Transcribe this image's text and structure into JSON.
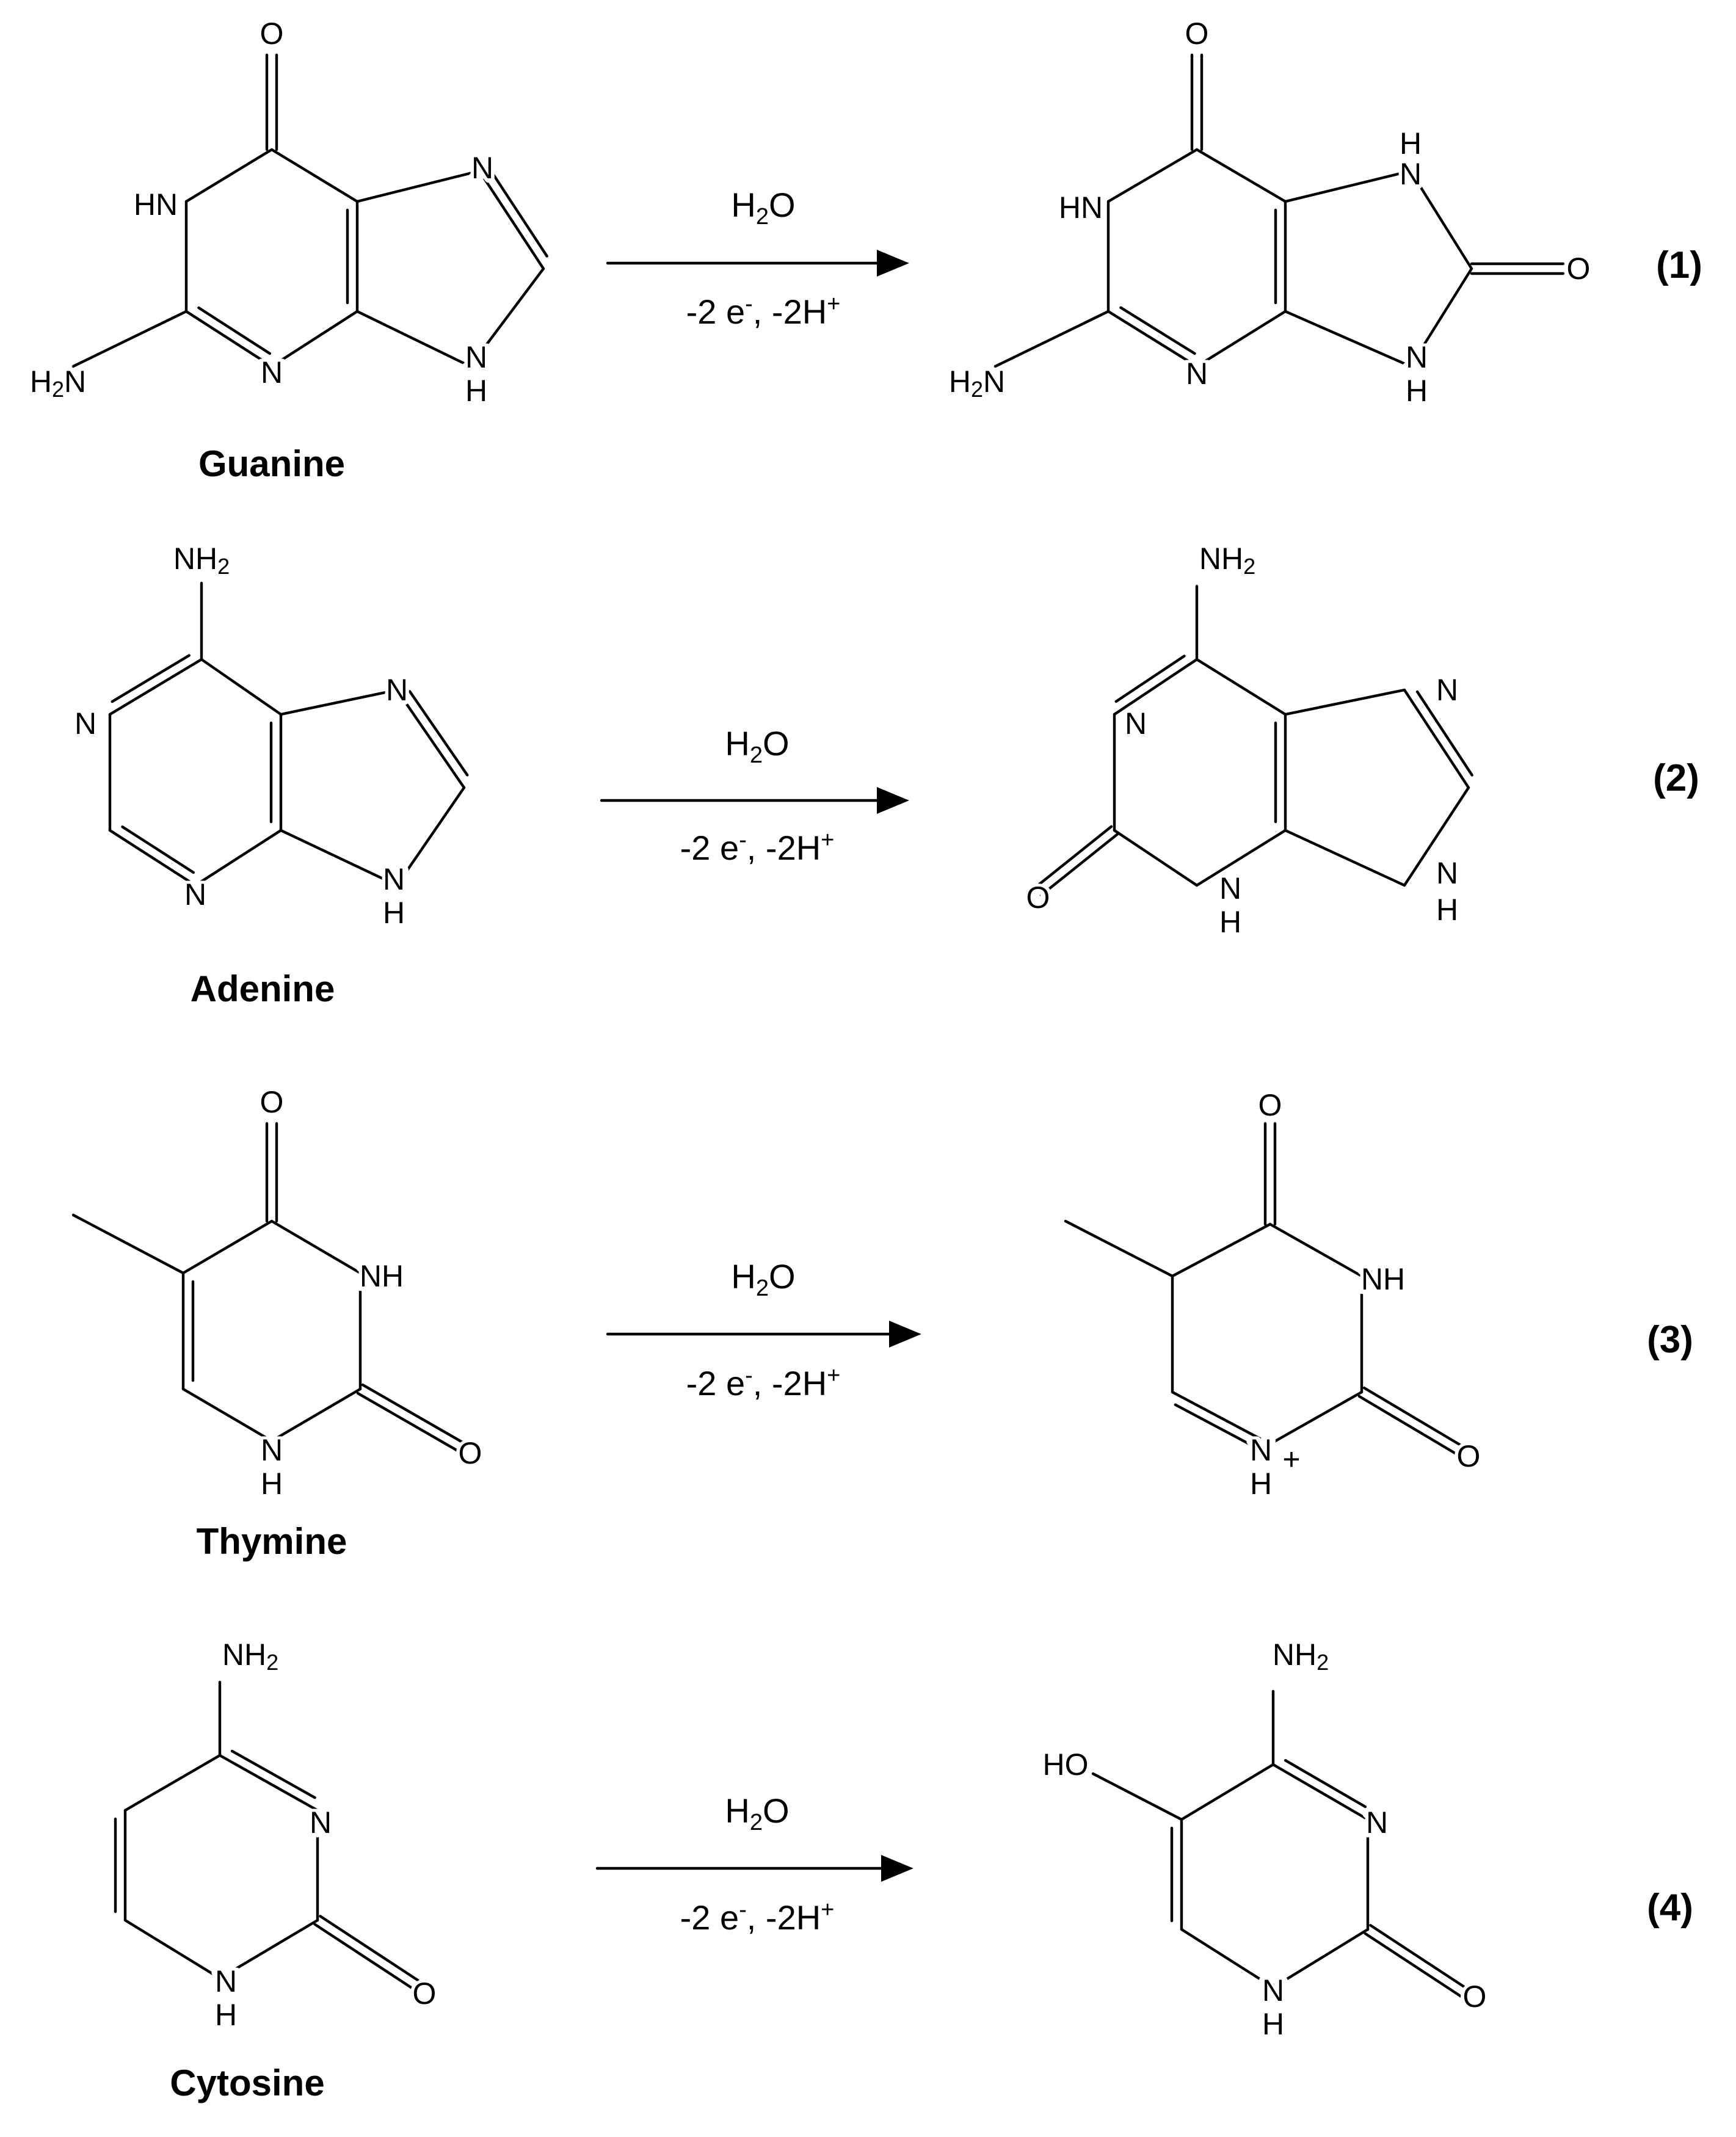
{
  "reactions": [
    {
      "reactant_name": "Guanine",
      "condition_above": "H2O",
      "condition_below": "-2 e-, -2H+",
      "equation_number": "(1)"
    },
    {
      "reactant_name": "Adenine",
      "condition_above": "H2O",
      "condition_below": "-2 e-, -2H+",
      "equation_number": "(2)"
    },
    {
      "reactant_name": "Thymine",
      "condition_above": "H2O",
      "condition_below": "-2 e-, -2H+",
      "equation_number": "(3)"
    },
    {
      "reactant_name": "Cytosine",
      "condition_above": "H2O",
      "condition_below": "-2 e-, -2H+",
      "equation_number": "(4)"
    }
  ],
  "atom_labels": {
    "O": "O",
    "N": "N",
    "H": "H",
    "HN": "HN",
    "NH": "NH",
    "NH2": "NH2",
    "H2N": "H2N",
    "HO": "HO",
    "charge_plus": "+"
  }
}
